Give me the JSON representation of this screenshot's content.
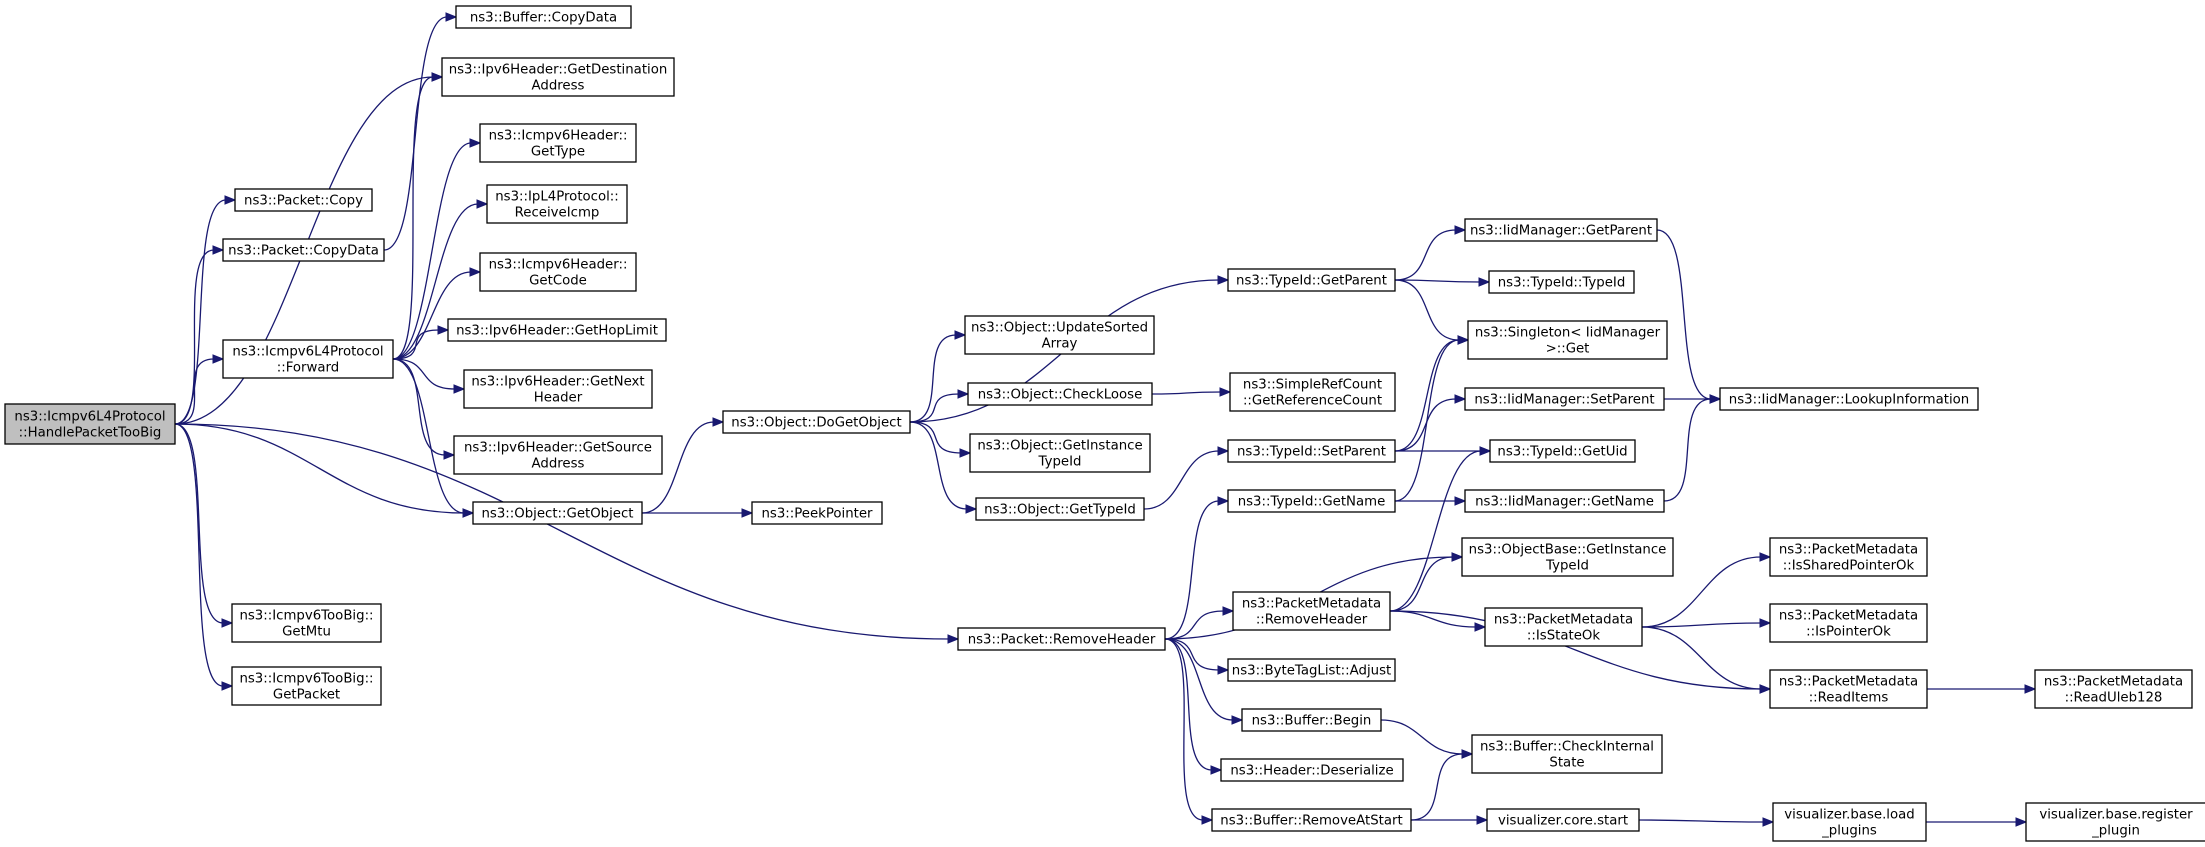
{
  "diagram": {
    "nodes": [
      {
        "id": "root",
        "lines": [
          "ns3::Icmpv6L4Protocol",
          "::HandlePacketTooBig"
        ],
        "root": true
      },
      {
        "id": "pkt_copy",
        "lines": [
          "ns3::Packet::Copy"
        ]
      },
      {
        "id": "pkt_copydata",
        "lines": [
          "ns3::Packet::CopyData"
        ]
      },
      {
        "id": "fwd",
        "lines": [
          "ns3::Icmpv6L4Protocol",
          "::Forward"
        ]
      },
      {
        "id": "tb_mtu",
        "lines": [
          "ns3::Icmpv6TooBig::",
          "GetMtu"
        ]
      },
      {
        "id": "tb_pkt",
        "lines": [
          "ns3::Icmpv6TooBig::",
          "GetPacket"
        ]
      },
      {
        "id": "buf_copydata",
        "lines": [
          "ns3::Buffer::CopyData"
        ]
      },
      {
        "id": "ip6_dest",
        "lines": [
          "ns3::Ipv6Header::GetDestination",
          "Address"
        ]
      },
      {
        "id": "icmp_type",
        "lines": [
          "ns3::Icmpv6Header::",
          "GetType"
        ]
      },
      {
        "id": "ipl4_recv",
        "lines": [
          "ns3::IpL4Protocol::",
          "ReceiveIcmp"
        ]
      },
      {
        "id": "icmp_code",
        "lines": [
          "ns3::Icmpv6Header::",
          "GetCode"
        ]
      },
      {
        "id": "ip6_hop",
        "lines": [
          "ns3::Ipv6Header::GetHopLimit"
        ]
      },
      {
        "id": "ip6_next",
        "lines": [
          "ns3::Ipv6Header::GetNext",
          "Header"
        ]
      },
      {
        "id": "ip6_src",
        "lines": [
          "ns3::Ipv6Header::GetSource",
          "Address"
        ]
      },
      {
        "id": "obj_getobj",
        "lines": [
          "ns3::Object::GetObject"
        ]
      },
      {
        "id": "peek",
        "lines": [
          "ns3::PeekPointer"
        ]
      },
      {
        "id": "obj_dogetobj",
        "lines": [
          "ns3::Object::DoGetObject"
        ]
      },
      {
        "id": "obj_update",
        "lines": [
          "ns3::Object::UpdateSorted",
          "Array"
        ]
      },
      {
        "id": "obj_checkloose",
        "lines": [
          "ns3::Object::CheckLoose"
        ]
      },
      {
        "id": "obj_instance",
        "lines": [
          "ns3::Object::GetInstance",
          "TypeId"
        ]
      },
      {
        "id": "obj_typeid",
        "lines": [
          "ns3::Object::GetTypeId"
        ]
      },
      {
        "id": "simpleref",
        "lines": [
          "ns3::SimpleRefCount",
          "::GetReferenceCount"
        ]
      },
      {
        "id": "tid_getparent",
        "lines": [
          "ns3::TypeId::GetParent"
        ]
      },
      {
        "id": "tid_setparent",
        "lines": [
          "ns3::TypeId::SetParent"
        ]
      },
      {
        "id": "tid_getname",
        "lines": [
          "ns3::TypeId::GetName"
        ]
      },
      {
        "id": "iid_getparent",
        "lines": [
          "ns3::IidManager::GetParent"
        ]
      },
      {
        "id": "tid_typeid",
        "lines": [
          "ns3::TypeId::TypeId"
        ]
      },
      {
        "id": "singleton",
        "lines": [
          "ns3::Singleton< IidManager",
          ">::Get"
        ]
      },
      {
        "id": "iid_setparent",
        "lines": [
          "ns3::IidManager::SetParent"
        ]
      },
      {
        "id": "tid_getuid",
        "lines": [
          "ns3::TypeId::GetUid"
        ]
      },
      {
        "id": "iid_getname",
        "lines": [
          "ns3::IidManager::GetName"
        ]
      },
      {
        "id": "iid_lookup",
        "lines": [
          "ns3::IidManager::LookupInformation"
        ]
      },
      {
        "id": "pkt_removeheader",
        "lines": [
          "ns3::Packet::RemoveHeader"
        ]
      },
      {
        "id": "objbase_instance",
        "lines": [
          "ns3::ObjectBase::GetInstance",
          "TypeId"
        ]
      },
      {
        "id": "pm_removeheader",
        "lines": [
          "ns3::PacketMetadata",
          "::RemoveHeader"
        ]
      },
      {
        "id": "pm_isstateok",
        "lines": [
          "ns3::PacketMetadata",
          "::IsStateOk"
        ]
      },
      {
        "id": "pm_issharedptr",
        "lines": [
          "ns3::PacketMetadata",
          "::IsSharedPointerOk"
        ]
      },
      {
        "id": "pm_isptr",
        "lines": [
          "ns3::PacketMetadata",
          "::IsPointerOk"
        ]
      },
      {
        "id": "pm_readitems",
        "lines": [
          "ns3::PacketMetadata",
          "::ReadItems"
        ]
      },
      {
        "id": "pm_readuleb",
        "lines": [
          "ns3::PacketMetadata",
          "::ReadUleb128"
        ]
      },
      {
        "id": "btl_adjust",
        "lines": [
          "ns3::ByteTagList::Adjust"
        ]
      },
      {
        "id": "buf_begin",
        "lines": [
          "ns3::Buffer::Begin"
        ]
      },
      {
        "id": "buf_checkinternal",
        "lines": [
          "ns3::Buffer::CheckInternal",
          "State"
        ]
      },
      {
        "id": "hdr_deserialize",
        "lines": [
          "ns3::Header::Deserialize"
        ]
      },
      {
        "id": "buf_removeatstart",
        "lines": [
          "ns3::Buffer::RemoveAtStart"
        ]
      },
      {
        "id": "vis_core_start",
        "lines": [
          "visualizer.core.start"
        ]
      },
      {
        "id": "vis_load",
        "lines": [
          "visualizer.base.load",
          "_plugins"
        ]
      },
      {
        "id": "vis_register",
        "lines": [
          "visualizer.base.register",
          "_plugin"
        ]
      }
    ],
    "edges": [
      [
        "root",
        "pkt_copy"
      ],
      [
        "root",
        "pkt_copydata"
      ],
      [
        "root",
        "fwd"
      ],
      [
        "root",
        "ip6_dest"
      ],
      [
        "root",
        "obj_getobj"
      ],
      [
        "root",
        "pkt_removeheader"
      ],
      [
        "root",
        "tb_mtu"
      ],
      [
        "root",
        "tb_pkt"
      ],
      [
        "pkt_copydata",
        "buf_copydata"
      ],
      [
        "fwd",
        "ip6_dest"
      ],
      [
        "fwd",
        "icmp_type"
      ],
      [
        "fwd",
        "ipl4_recv"
      ],
      [
        "fwd",
        "icmp_code"
      ],
      [
        "fwd",
        "ip6_hop"
      ],
      [
        "fwd",
        "ip6_next"
      ],
      [
        "fwd",
        "ip6_src"
      ],
      [
        "fwd",
        "obj_getobj"
      ],
      [
        "obj_getobj",
        "obj_dogetobj"
      ],
      [
        "obj_getobj",
        "peek"
      ],
      [
        "obj_dogetobj",
        "tid_getparent"
      ],
      [
        "obj_dogetobj",
        "obj_update"
      ],
      [
        "obj_dogetobj",
        "obj_checkloose"
      ],
      [
        "obj_dogetobj",
        "obj_instance"
      ],
      [
        "obj_dogetobj",
        "obj_typeid"
      ],
      [
        "obj_checkloose",
        "simpleref"
      ],
      [
        "obj_typeid",
        "tid_setparent"
      ],
      [
        "tid_getparent",
        "iid_getparent"
      ],
      [
        "tid_getparent",
        "tid_typeid"
      ],
      [
        "tid_getparent",
        "singleton"
      ],
      [
        "iid_getparent",
        "iid_lookup"
      ],
      [
        "tid_setparent",
        "singleton"
      ],
      [
        "tid_setparent",
        "iid_setparent"
      ],
      [
        "tid_setparent",
        "tid_getuid"
      ],
      [
        "iid_setparent",
        "iid_lookup"
      ],
      [
        "tid_getname",
        "singleton"
      ],
      [
        "tid_getname",
        "iid_getname"
      ],
      [
        "iid_getname",
        "iid_lookup"
      ],
      [
        "pkt_removeheader",
        "tid_getname"
      ],
      [
        "pkt_removeheader",
        "objbase_instance"
      ],
      [
        "pkt_removeheader",
        "pm_removeheader"
      ],
      [
        "pkt_removeheader",
        "btl_adjust"
      ],
      [
        "pkt_removeheader",
        "buf_begin"
      ],
      [
        "pkt_removeheader",
        "hdr_deserialize"
      ],
      [
        "pkt_removeheader",
        "buf_removeatstart"
      ],
      [
        "pm_removeheader",
        "tid_getuid"
      ],
      [
        "pm_removeheader",
        "objbase_instance"
      ],
      [
        "pm_removeheader",
        "pm_isstateok"
      ],
      [
        "pm_removeheader",
        "pm_readitems"
      ],
      [
        "pm_isstateok",
        "pm_issharedptr"
      ],
      [
        "pm_isstateok",
        "pm_isptr"
      ],
      [
        "pm_isstateok",
        "pm_readitems"
      ],
      [
        "pm_readitems",
        "pm_readuleb"
      ],
      [
        "buf_begin",
        "buf_checkinternal"
      ],
      [
        "buf_removeatstart",
        "buf_checkinternal"
      ],
      [
        "buf_removeatstart",
        "vis_core_start"
      ],
      [
        "vis_core_start",
        "vis_load"
      ],
      [
        "vis_load",
        "vis_register"
      ]
    ]
  }
}
